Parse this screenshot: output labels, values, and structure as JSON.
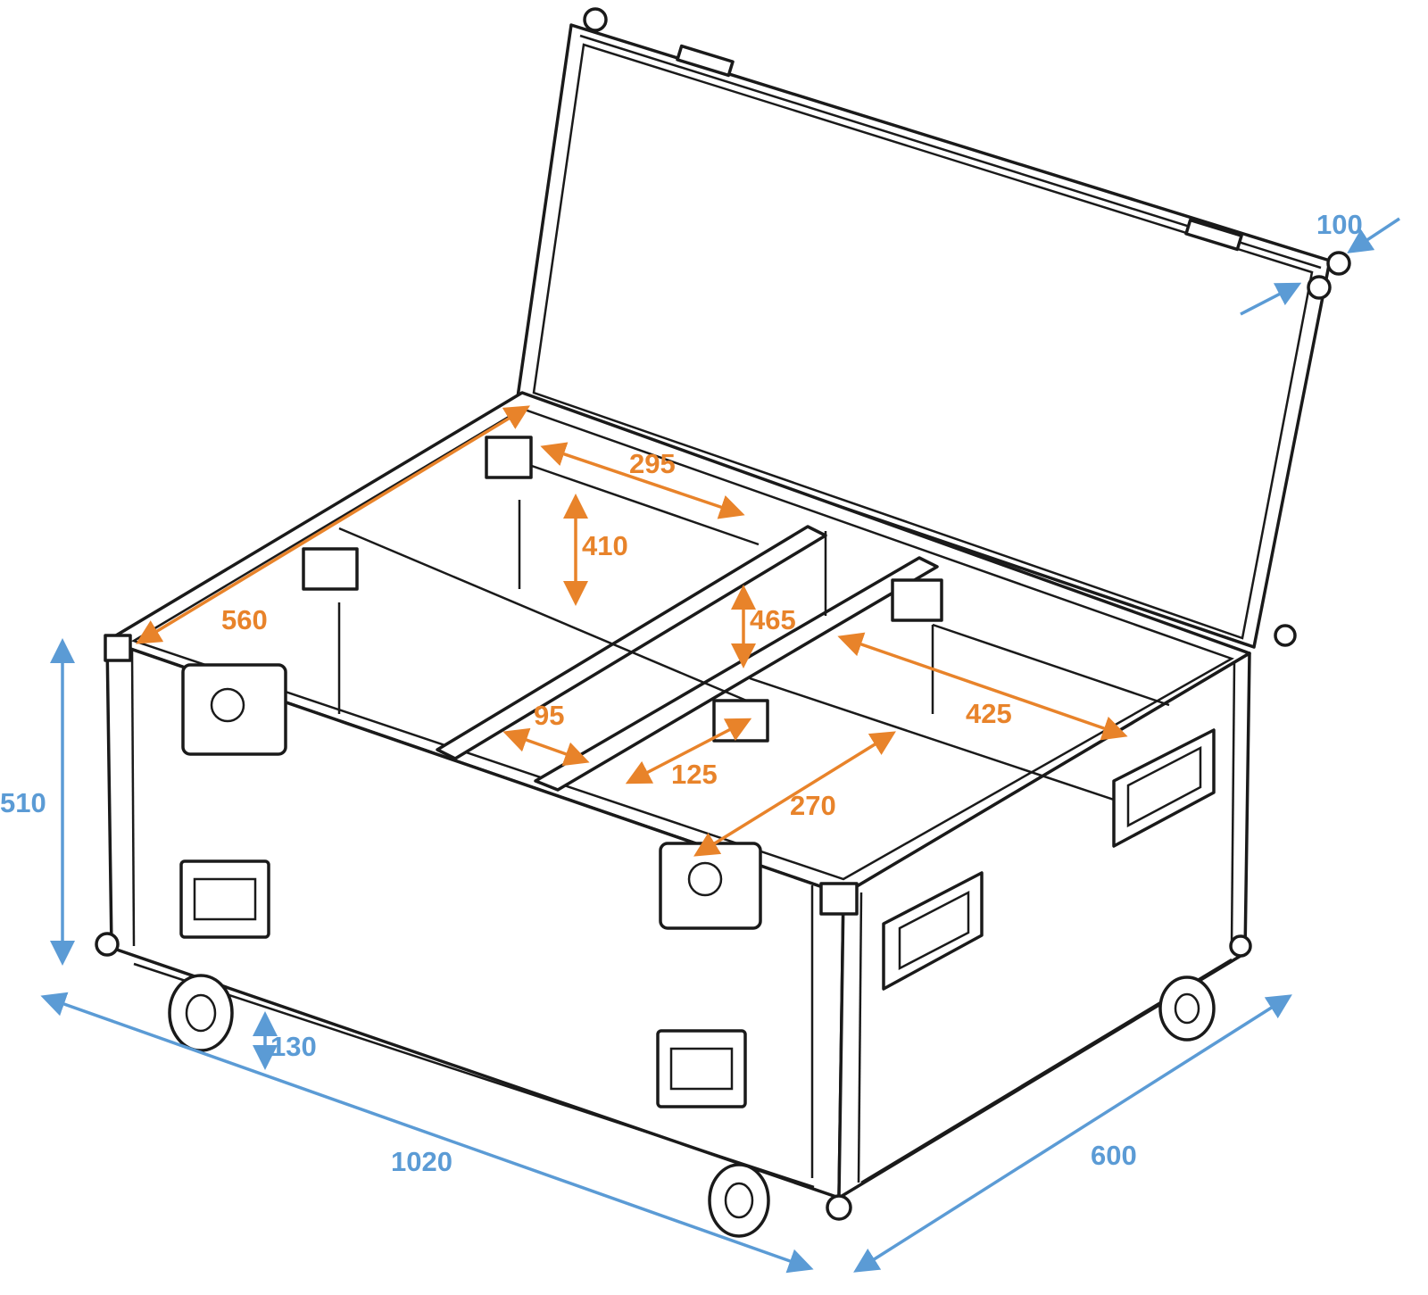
{
  "title": "Flight case dimension drawing",
  "colors": {
    "outer_dimension": "#5B9BD5",
    "inner_dimension": "#E8832A",
    "line": "#1a1a1a"
  },
  "outer_dimensions": {
    "lid_depth": "100",
    "height": "510",
    "wheel_height": "130",
    "length": "1020",
    "width": "600"
  },
  "inner_dimensions": {
    "interior_length": "560",
    "compartment_a_width": "295",
    "compartment_a_height": "410",
    "divider_height": "465",
    "compartment_b_width": "425",
    "divider_width": "95",
    "compartment_c_width": "125",
    "compartment_d_width": "270"
  }
}
